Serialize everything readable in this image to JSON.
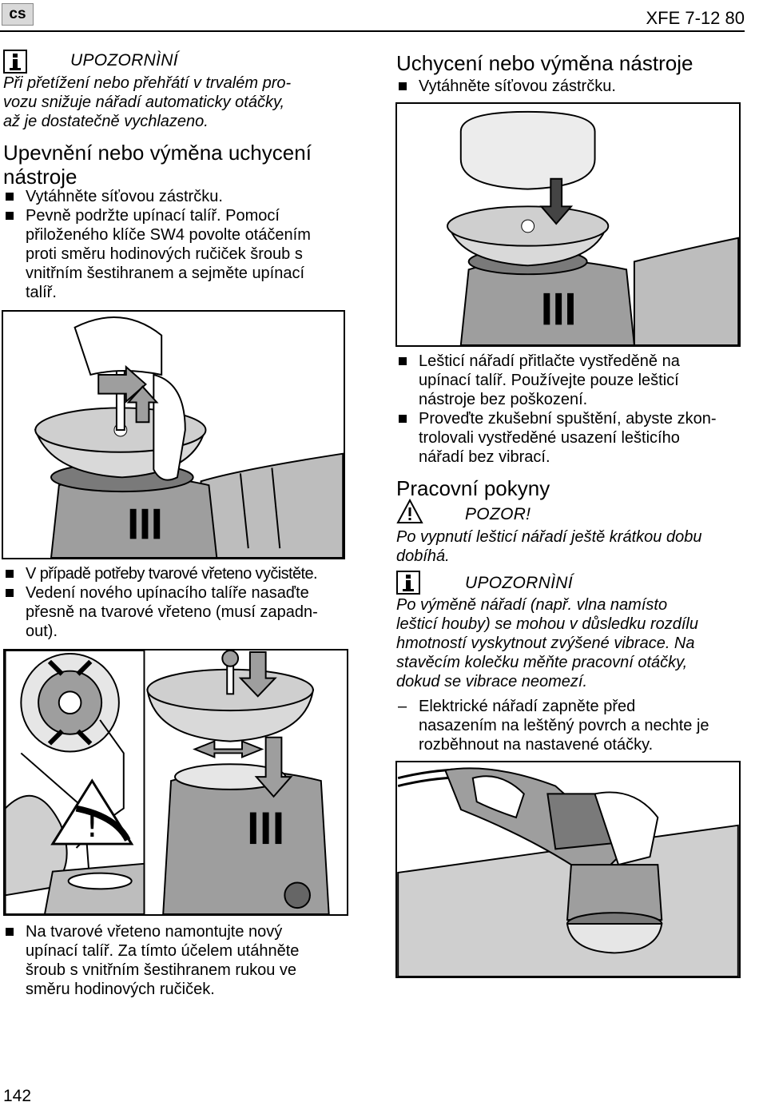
{
  "header": {
    "lang": "cs",
    "model": "XFE 7-12 80"
  },
  "left": {
    "note1": {
      "title": "UPOZORNÌNÍ",
      "lines": [
        "Při přetížení nebo přehřátí v trvalém pro-",
        "vozu snižuje nářadí automaticky otáčky,",
        "až je dostatečně vychlazeno."
      ]
    },
    "section1": {
      "title_lines": [
        "Upevnění nebo výměna uchycení",
        "nástroje"
      ],
      "items": [
        [
          "Vytáhněte síťovou zástrčku."
        ],
        [
          "Pevně podržte upínací talíř. Pomocí",
          "přiloženého klíče SW4 povolte otáčením",
          "proti směru hodinových ručiček šroub s",
          "vnitřním šestihranem a sejměte upínací",
          "talíř."
        ]
      ]
    },
    "items2": [
      [
        "V případě potřeby tvarové vřeteno vyčistěte."
      ],
      [
        "Vedení nového upínacího talíře nasaďte",
        "přesně na tvarové vřeteno (musí zapadn-",
        "out)."
      ]
    ],
    "items3": [
      [
        "Na tvarové vřeteno namontujte nový",
        "upínací talíř. Za tímto účelem utáhněte",
        "šroub s vnitřním šestihranem rukou ve",
        "směru hodinových ručiček."
      ]
    ]
  },
  "right": {
    "section2": {
      "title": "Uchycení nebo výměna nástroje",
      "items": [
        [
          "Vytáhněte síťovou zástrčku."
        ]
      ]
    },
    "items4": [
      [
        "Lešticí nářadí přitlačte vystředěně na",
        "upínací talíř. Používejte pouze lešticí",
        "nástroje bez poškození."
      ],
      [
        "Proveďte zkušební spuštění, abyste zkon-",
        "trolovali vystředěné usazení lešticího",
        "nářadí bez vibrací."
      ]
    ],
    "section3": {
      "title": "Pracovní pokyny",
      "warning": {
        "title": "POZOR!",
        "lines": [
          "Po vypnutí lešticí nářadí ještě krátkou dobu",
          "dobíhá."
        ]
      },
      "note": {
        "title": "UPOZORNÌNÍ",
        "lines": [
          "Po výměně nářadí (např. vlna namísto",
          "lešticí houby) se mohou v důsledku rozdílu",
          "hmotností vyskytnout zvýšené vibrace. Na",
          "stavěcím kolečku měňte pracovní otáčky,",
          "dokud se vibrace neomezí."
        ]
      },
      "dash_items": [
        [
          "Elektrické nářadí zapněte před",
          "nasazením na leštěný povrch a nechte je",
          "rozběhnout na nastavené otáčky."
        ]
      ]
    }
  },
  "footer": {
    "page_number": "142"
  },
  "icons": {
    "info": "info-icon",
    "warning": "warning-triangle-icon"
  }
}
